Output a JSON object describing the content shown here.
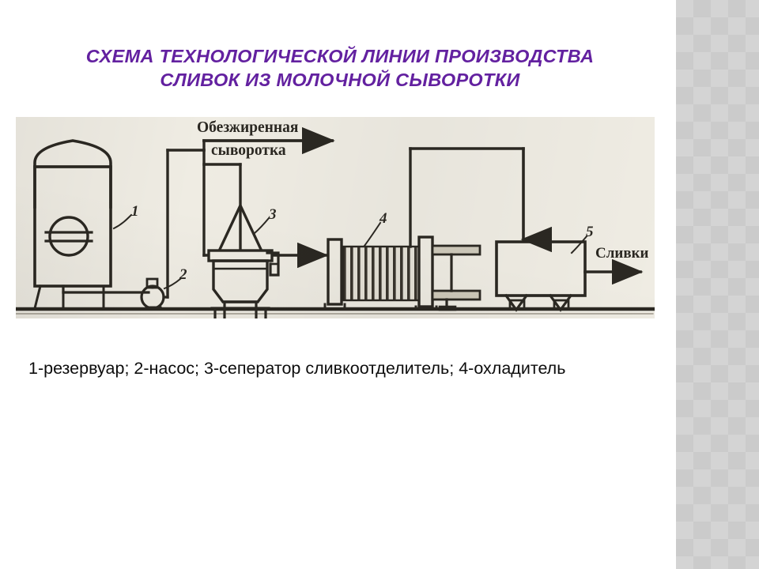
{
  "slide": {
    "title": "СХЕМА ТЕХНОЛОГИЧЕСКОЙ ЛИНИИ ПРОИЗВОДСТВА\nСЛИВОК ИЗ МОЛОЧНОЙ СЫВОРОТКИ",
    "title_color": "#6321a0",
    "caption": "1-резервуар; 2-насос; 3-сеператор сливкоотделитель; 4-охладитель",
    "background_color": "#ffffff"
  },
  "sidebar": {
    "pattern": "argyle-diamond",
    "color": "#d4d4d4",
    "accent_color": "#cbcbcb"
  },
  "figure": {
    "background_color": "#efece3",
    "ink_color": "#2b2822",
    "flow_labels": {
      "skim_whey_line1": "Обезжиренная",
      "skim_whey_line2": "сыворотка",
      "cream": "Сливки"
    },
    "item_numbers": {
      "tank": "1",
      "pump": "2",
      "separator": "3",
      "cooler": "4",
      "cream_tank": "5"
    },
    "equipment": [
      {
        "num": "1",
        "name": "резервуар"
      },
      {
        "num": "2",
        "name": "насос"
      },
      {
        "num": "3",
        "name": "сеператор сливкоотделитель"
      },
      {
        "num": "4",
        "name": "охладитель"
      },
      {
        "num": "5",
        "name": "сливки"
      }
    ]
  }
}
